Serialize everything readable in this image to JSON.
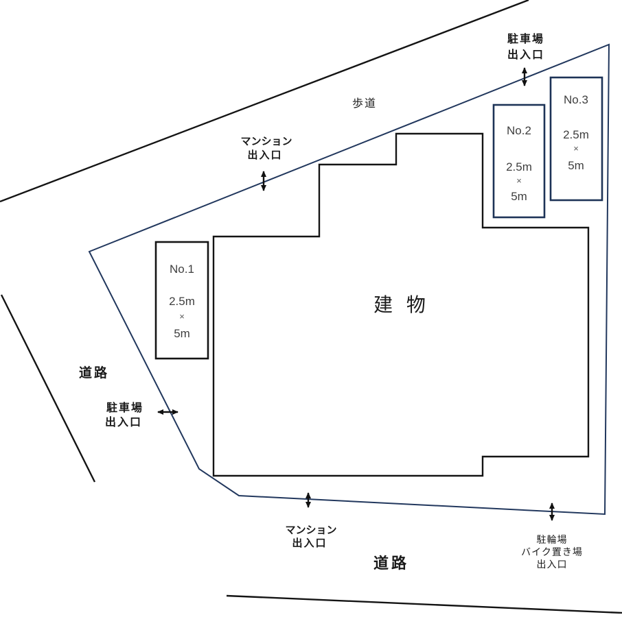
{
  "diagram": {
    "sidewalk_label": "歩道",
    "road_left_label": "道路",
    "road_bottom_label": "道路",
    "building_label": "建 物",
    "entrances": {
      "parking_top": {
        "line1": "駐車場",
        "line2": "出入口"
      },
      "mansion_top": {
        "line1": "マンション",
        "line2": "出入口"
      },
      "parking_left": {
        "line1": "駐車場",
        "line2": "出入口"
      },
      "mansion_bottom": {
        "line1": "マンション",
        "line2": "出入口"
      },
      "bike_bottom": {
        "line1": "駐輪場",
        "line2": "バイク置き場",
        "line3": "出入口"
      }
    },
    "parking_spaces": [
      {
        "name": "No.1",
        "size_w": "2.5m",
        "times": "×",
        "size_l": "5m"
      },
      {
        "name": "No.2",
        "size_w": "2.5m",
        "times": "×",
        "size_l": "5m"
      },
      {
        "name": "No.3",
        "size_w": "2.5m",
        "times": "×",
        "size_l": "5m"
      }
    ],
    "colors": {
      "boundary_navy": "#21375d",
      "parking_rect_navy": "#1d3357",
      "line_black": "#141414",
      "parking_text_gray": "#3f3f3f"
    }
  }
}
